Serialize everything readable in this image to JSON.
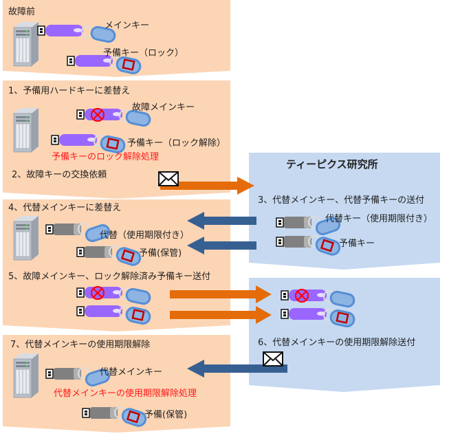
{
  "colors": {
    "left_panel": "#fcd5b5",
    "right_panel": "#c6d9f1",
    "orange_arrow": "#e46c0a",
    "blue_arrow": "#376092",
    "key_purple": "#9966ff",
    "key_gray": "#808080",
    "tag_blue": "#558ed5",
    "lock_red": "#c00000",
    "process_text_red": "#ff0000"
  },
  "org": {
    "title": "ティーピクス研究所"
  },
  "steps": {
    "step0": {
      "title": "故障前",
      "key_main": "メインキー",
      "key_spare": "予備キー（ロック）"
    },
    "step1": {
      "title": "1、予備用ハードキーに差替え",
      "key_main": "故障メインキー",
      "key_spare": "予備キー（ロック解除）",
      "process": "予備キーのロック解除処理"
    },
    "step2": {
      "title": "2、故障キーの交換依頼"
    },
    "step3": {
      "title": "3、代替メインキー、代替予備キーの送付",
      "key_main": "代替キー（使用期限付き）",
      "key_spare": "予備キー"
    },
    "step4": {
      "title": "4、代替メインキーに差替え",
      "key_main": "代替（使用期限付き）",
      "key_spare": "予備(保管)"
    },
    "step5": {
      "title": "5、故障メインキー、ロック解除済み予備キー送付"
    },
    "step6": {
      "title": "6、代替メインキーの使用期限解除送付"
    },
    "step7": {
      "title": "7、代替メインキーの使用期限解除",
      "key_main": "代替メインキー",
      "process": "代替メインキーの使用期限解除処理",
      "key_spare": "予備(保管)"
    }
  },
  "icons": {
    "server": "server-tower-icon",
    "usb_key": "usb-key-icon",
    "envelope": "envelope-icon",
    "broken": "broken-x-icon",
    "lock": "lock-tag-icon"
  }
}
